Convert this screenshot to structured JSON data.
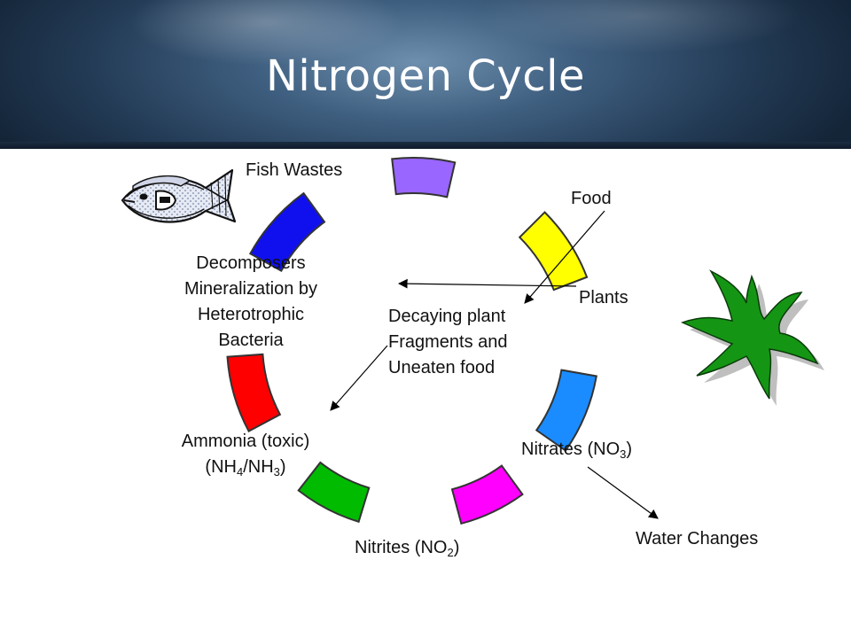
{
  "title": "Nitrogen Cycle",
  "colors": {
    "segment_purple": "#9966ff",
    "segment_yellow": "#ffff00",
    "segment_lightblue": "#1a8cff",
    "segment_magenta": "#ff00ff",
    "segment_green": "#00bb00",
    "segment_red": "#ff0000",
    "segment_blue": "#1010ee",
    "plant": "#149614"
  },
  "icons": {
    "fish": "fish-icon",
    "plant": "plant-icon"
  },
  "labels": {
    "fish_wastes": "Fish Wastes",
    "food": "Food",
    "plants": "Plants",
    "decomposers": {
      "line1": "Decomposers",
      "line2": "Mineralization by",
      "line3": "Heterotrophic",
      "line4": "Bacteria"
    },
    "decaying": {
      "line1": "Decaying plant",
      "line2": "Fragments and",
      "line3": "Uneaten food"
    },
    "ammonia": {
      "line1": "Ammonia (toxic)",
      "line2_open": "(NH",
      "line2_sub1": "4",
      "line2_mid": "/NH",
      "line2_sub2": "3",
      "line2_close": ")"
    },
    "nitrates": {
      "prefix": "Nitrates (NO",
      "sub": "3",
      "suffix": ")"
    },
    "nitrites": {
      "prefix": "Nitrites (NO",
      "sub": "2",
      "suffix": ")"
    },
    "water_changes": "Water Changes"
  }
}
